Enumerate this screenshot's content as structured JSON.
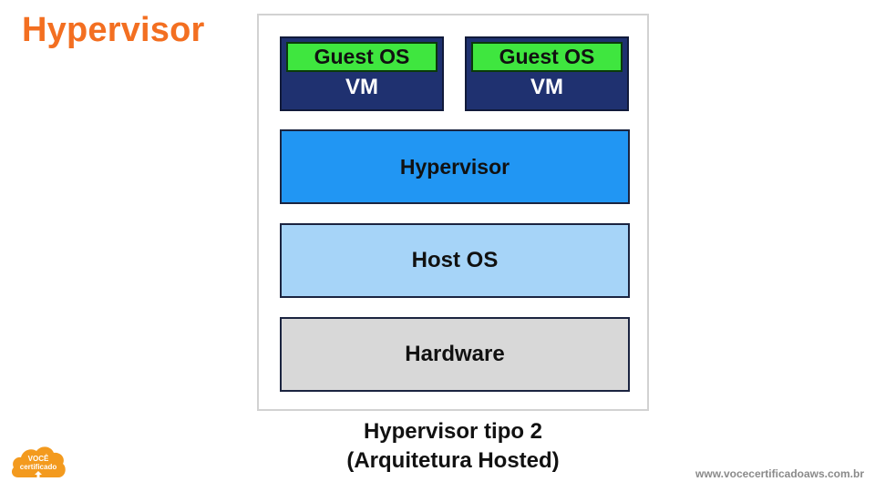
{
  "slide": {
    "title": "Hypervisor",
    "footer_url": "www.vocecertificadoaws.com.br"
  },
  "diagram": {
    "vms": [
      {
        "guest_os": "Guest OS",
        "vm": "VM"
      },
      {
        "guest_os": "Guest OS",
        "vm": "VM"
      }
    ],
    "layers": {
      "hypervisor": "Hypervisor",
      "host_os": "Host OS",
      "hardware": "Hardware"
    },
    "caption_line1": "Hypervisor tipo 2",
    "caption_line2": "(Arquitetura Hosted)"
  },
  "logo": {
    "line1": "VOCÊ",
    "line2": "certificado",
    "color": "#f39a1e"
  },
  "colors": {
    "title": "#f36f21",
    "vm": "#1f3170",
    "guest_os": "#3fe63f",
    "hypervisor": "#2196f3",
    "host_os": "#a6d4f8",
    "hardware": "#d8d8d8"
  }
}
